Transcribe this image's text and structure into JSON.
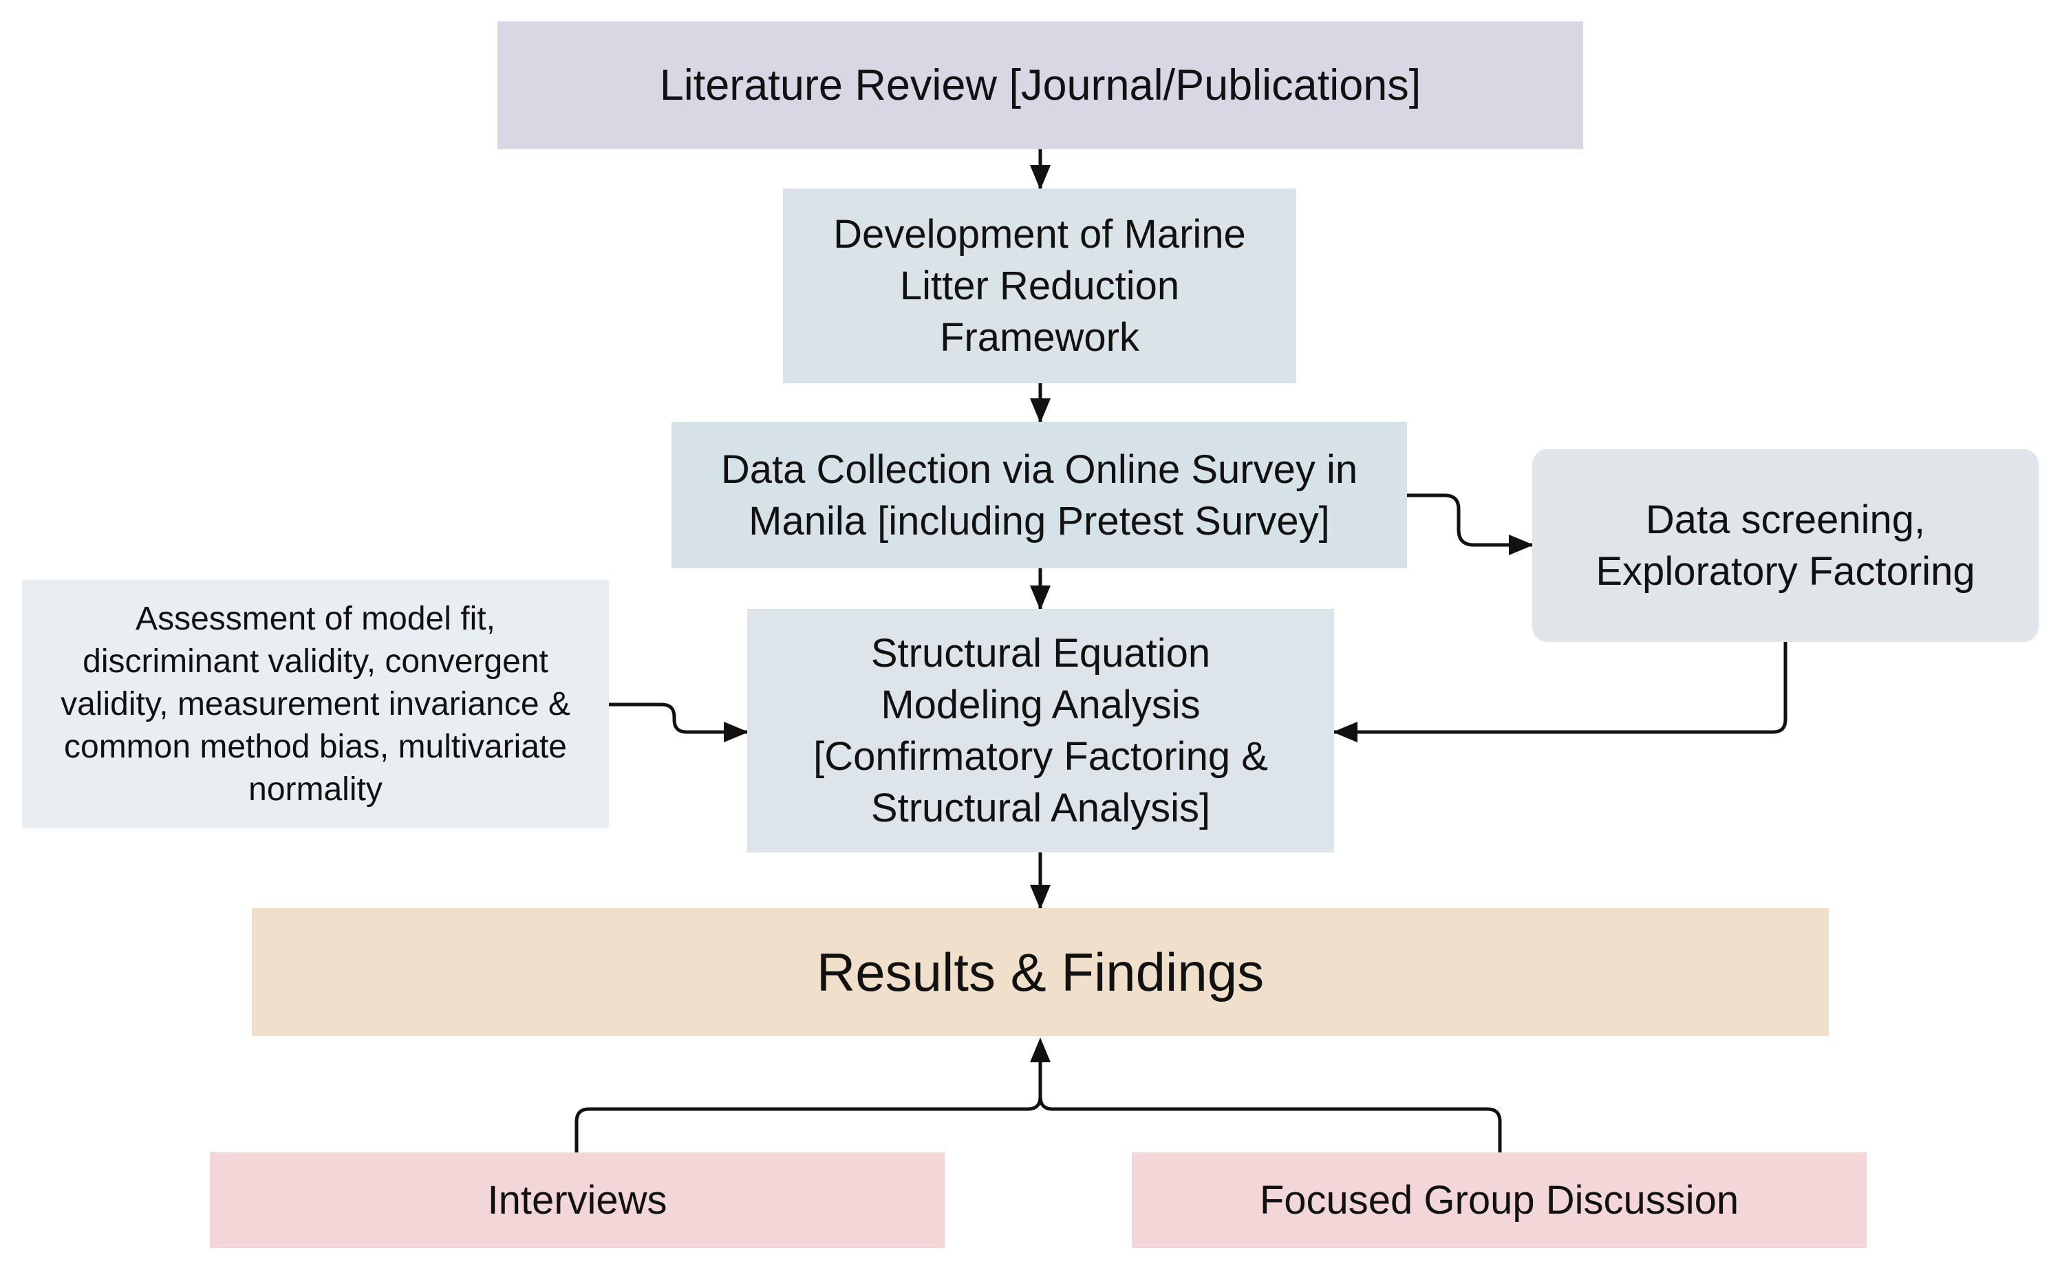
{
  "nodes": {
    "literature_review": {
      "lines": [
        "Literature Review [Journal/Publications]"
      ],
      "fill": "#d8d7e3"
    },
    "framework_development": {
      "lines": [
        "Development of Marine",
        "Litter Reduction",
        "Framework"
      ],
      "fill": "#dae3e8"
    },
    "data_collection": {
      "lines": [
        "Data Collection via Online Survey in",
        "Manila [including Pretest Survey]"
      ],
      "fill": "#d6e2e8"
    },
    "data_screening": {
      "lines": [
        "Data screening,",
        "Exploratory Factoring"
      ],
      "fill": "#dfe5e9"
    },
    "assessment": {
      "lines": [
        "Assessment of model fit,",
        "discriminant validity, convergent",
        "validity, measurement invariance &",
        "common method bias, multivariate",
        "normality"
      ],
      "fill": "#e8eef1"
    },
    "sem_analysis": {
      "lines": [
        "Structural Equation",
        "Modeling Analysis",
        "[Confirmatory Factoring &",
        "Structural Analysis]"
      ],
      "fill": "#dde4ea"
    },
    "results": {
      "lines": [
        "Results & Findings"
      ],
      "fill": "#f0e0cb"
    },
    "interviews": {
      "lines": [
        "Interviews"
      ],
      "fill": "#f2d6d8"
    },
    "focused_group": {
      "lines": [
        "Focused Group Discussion"
      ],
      "fill": "#f2d6d8"
    }
  },
  "edges": [
    {
      "from": "literature_review",
      "to": "framework_development"
    },
    {
      "from": "framework_development",
      "to": "data_collection"
    },
    {
      "from": "data_collection",
      "to": "sem_analysis"
    },
    {
      "from": "data_collection",
      "to": "data_screening"
    },
    {
      "from": "data_screening",
      "to": "sem_analysis"
    },
    {
      "from": "assessment",
      "to": "sem_analysis"
    },
    {
      "from": "sem_analysis",
      "to": "results"
    },
    {
      "from": "interviews",
      "to": "results"
    },
    {
      "from": "focused_group",
      "to": "results"
    }
  ],
  "colors": {
    "connector": "#111111"
  }
}
